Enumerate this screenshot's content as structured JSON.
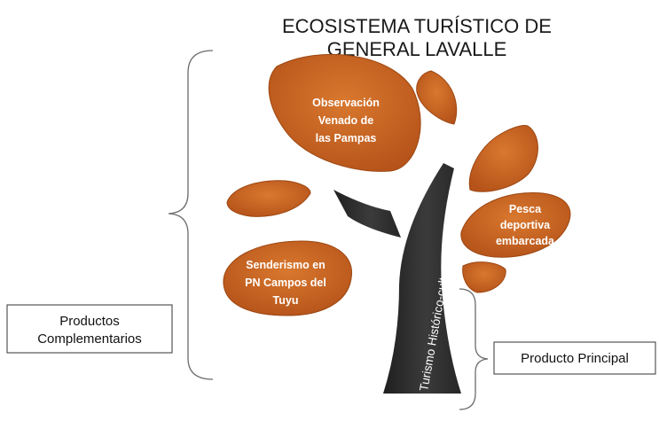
{
  "title": {
    "line1": "ECOSISTEMA TURÍSTICO DE",
    "line2": "GENERAL LAVALLE"
  },
  "leaves": {
    "venado": [
      "Observación",
      "Venado de",
      "las Pampas"
    ],
    "pesca": [
      "Pesca",
      "deportiva",
      "embarcada"
    ],
    "senderismo": [
      "Senderismo en",
      "PN Campos del",
      "Tuyu"
    ]
  },
  "trunk_label": "Turismo Histórico-cultural",
  "boxes": {
    "complementarios": [
      "Productos",
      "Complementarios"
    ],
    "principal": "Producto Principal"
  },
  "colors": {
    "leaf_fill": "#c8621e",
    "leaf_edge": "#9c4712",
    "trunk": "#2e2e2e",
    "bracket": "#6b6b6b"
  }
}
